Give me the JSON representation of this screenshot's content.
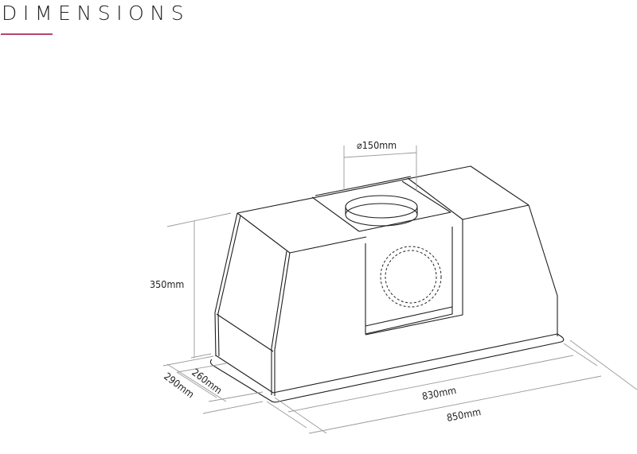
{
  "header": {
    "title": "DIMENSIONS",
    "underline_color": "#b8456b"
  },
  "diagram": {
    "subject": "cooker-hood-insert-isometric-line-drawing",
    "dimensions": {
      "duct_diameter": "⌀150mm",
      "height": "350mm",
      "inner_depth": "260mm",
      "outer_depth": "290mm",
      "inner_width": "830mm",
      "outer_width": "850mm"
    },
    "colors": {
      "outline": "#1e1e1e",
      "dimension_line": "#9a9a9a",
      "background": "#ffffff"
    }
  }
}
